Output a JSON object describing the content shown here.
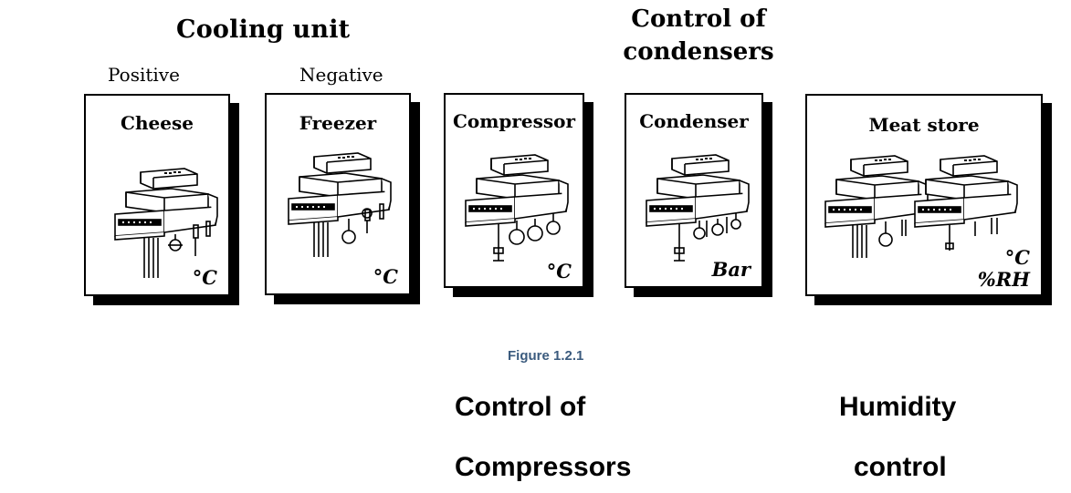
{
  "headers": {
    "cooling_unit": "Cooling unit",
    "positive": "Positive",
    "negative": "Negative",
    "control_condensers_line1": "Control of",
    "control_condensers_line2": "condensers"
  },
  "panels": [
    {
      "title": "Cheese",
      "unit": "°C",
      "unit2": ""
    },
    {
      "title": "Freezer",
      "unit": "°C",
      "unit2": ""
    },
    {
      "title": "Compressor",
      "unit": "°C",
      "unit2": ""
    },
    {
      "title": "Condenser",
      "unit": "Bar",
      "unit2": ""
    },
    {
      "title": "Meat store",
      "unit": "°C",
      "unit2": "%RH"
    }
  ],
  "caption": "Figure 1.2.1",
  "bottom": {
    "compressors_line1": "Control of",
    "compressors_line2": "Compressors",
    "humidity_line1": "Humidity",
    "humidity_line2": "control"
  },
  "colors": {
    "caption": "#3b5b7e",
    "ink": "#000000"
  },
  "icons": [
    "controller-device-icon"
  ]
}
